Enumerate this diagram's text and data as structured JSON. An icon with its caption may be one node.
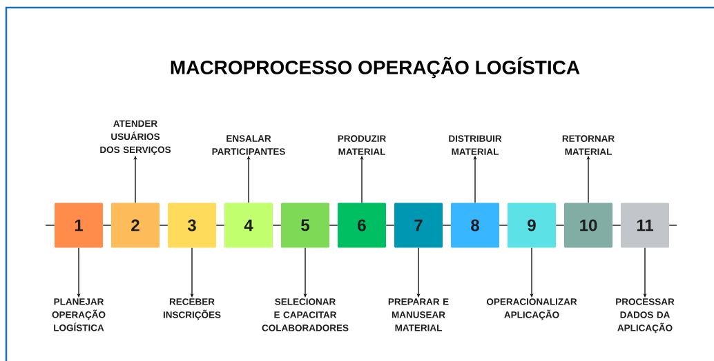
{
  "diagram": {
    "title": "MACROPROCESSO OPERAÇÃO LOGÍSTICA",
    "nodes": [
      {
        "text": [
          "1"
        ]
      },
      {
        "text": [
          "2"
        ]
      },
      {
        "text": [
          "3"
        ]
      },
      {
        "text": [
          "4"
        ]
      },
      {
        "text": [
          "5"
        ]
      },
      {
        "text": [
          "6"
        ]
      },
      {
        "text": [
          "7"
        ]
      },
      {
        "text": [
          "8"
        ]
      },
      {
        "text": [
          "9"
        ]
      },
      {
        "text": [
          "10"
        ]
      },
      {
        "text": [
          "11"
        ]
      },
      {
        "text": [
          "PLANEJAR OPERAÇÃO LOGÍSTICA"
        ]
      },
      {
        "text": [
          "ATENDER USUÁRIOS DOS SERVIÇOS"
        ]
      },
      {
        "text": [
          "RECEBER INSCRIÇÕES"
        ]
      },
      {
        "text": [
          "ENSALAR PARTICIPANTES"
        ]
      },
      {
        "text": [
          "SELECIONAR E CAPACITAR COLABORADORES"
        ]
      },
      {
        "text": [
          "PRODUZIR MATERIAL"
        ]
      },
      {
        "text": [
          "PREPARAR E MANUSEAR MATERIAL"
        ]
      },
      {
        "text": [
          "DISTRIBUIR MATERIAL"
        ]
      },
      {
        "text": [
          "OPERACIONALIZAR APLICAÇÃO"
        ]
      },
      {
        "text": [
          "RETORNAR MATERIAL"
        ]
      },
      {
        "text": [
          "PROCESSAR DADOS DA APLICAÇÃO"
        ]
      }
    ],
    "edges": [
      {
        "from": null,
        "to": 0,
        "arrow": "none"
      },
      {
        "from": 0,
        "to": 1,
        "arrow": "none"
      },
      {
        "from": 1,
        "to": 2,
        "arrow": "none"
      },
      {
        "from": 2,
        "to": 3,
        "arrow": "none"
      },
      {
        "from": 3,
        "to": 4,
        "arrow": "none"
      },
      {
        "from": 4,
        "to": 5,
        "arrow": "none"
      },
      {
        "from": 5,
        "to": 6,
        "arrow": "none"
      },
      {
        "from": 6,
        "to": 7,
        "arrow": "none"
      },
      {
        "from": 7,
        "to": 8,
        "arrow": "none"
      },
      {
        "from": 8,
        "to": 9,
        "arrow": "none"
      },
      {
        "from": 9,
        "to": 10,
        "arrow": "none"
      },
      {
        "from": 10,
        "to": null,
        "arrow": "none"
      },
      {
        "from": 0,
        "to": 11,
        "arrow": "to"
      },
      {
        "from": 1,
        "to": 12,
        "arrow": "to"
      },
      {
        "from": 2,
        "to": 13,
        "arrow": "to"
      },
      {
        "from": 3,
        "to": 14,
        "arrow": "to"
      },
      {
        "from": 4,
        "to": 15,
        "arrow": "to"
      },
      {
        "from": 5,
        "to": 16,
        "arrow": "to"
      },
      {
        "from": 6,
        "to": 17,
        "arrow": "to"
      },
      {
        "from": 7,
        "to": 18,
        "arrow": "to"
      },
      {
        "from": 8,
        "to": 19,
        "arrow": "to"
      },
      {
        "from": 9,
        "to": 20,
        "arrow": "to"
      },
      {
        "from": 10,
        "to": 21,
        "arrow": "to"
      }
    ]
  }
}
